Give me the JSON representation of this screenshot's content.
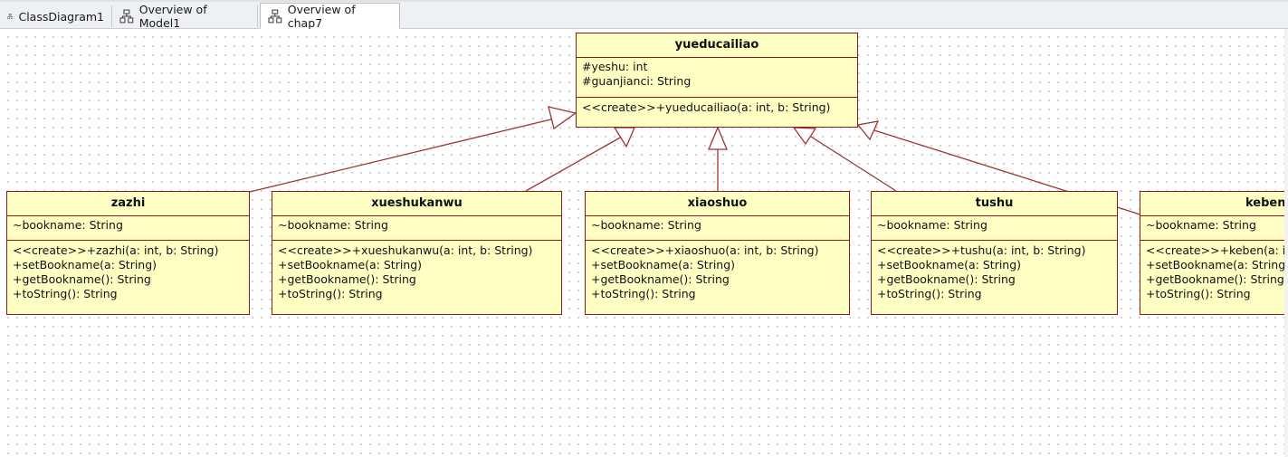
{
  "tabs": [
    {
      "label": "ClassDiagram1",
      "active": false
    },
    {
      "label": "Overview of Model1",
      "active": false
    },
    {
      "label": "Overview of chap7",
      "active": true
    }
  ],
  "colors": {
    "class_fill": "#ffffc4",
    "class_border": "#8b1a1a",
    "connector": "#a03232"
  },
  "diagram": {
    "superclass": {
      "name": "yueducailiao",
      "attributes": [
        "#yeshu: int",
        "#guanjianci: String"
      ],
      "operations": [
        "<<create>>+yueducailiao(a: int, b: String)"
      ]
    },
    "subclasses": [
      {
        "name": "zazhi",
        "attributes": [
          "~bookname: String"
        ],
        "operations": [
          "<<create>>+zazhi(a: int, b: String)",
          "+setBookname(a: String)",
          "+getBookname(): String",
          "+toString(): String"
        ]
      },
      {
        "name": "xueshukanwu",
        "attributes": [
          "~bookname: String"
        ],
        "operations": [
          "<<create>>+xueshukanwu(a: int, b: String)",
          "+setBookname(a: String)",
          "+getBookname(): String",
          "+toString(): String"
        ]
      },
      {
        "name": "xiaoshuo",
        "attributes": [
          "~bookname: String"
        ],
        "operations": [
          "<<create>>+xiaoshuo(a: int, b: String)",
          "+setBookname(a: String)",
          "+getBookname(): String",
          "+toString(): String"
        ]
      },
      {
        "name": "tushu",
        "attributes": [
          "~bookname: String"
        ],
        "operations": [
          "<<create>>+tushu(a: int, b: String)",
          "+setBookname(a: String)",
          "+getBookname(): String",
          "+toString(): String"
        ]
      },
      {
        "name": "keben",
        "attributes": [
          "~bookname: String"
        ],
        "operations": [
          "<<create>>+keben(a: int, b: String)",
          "+setBookname(a: String)",
          "+getBookname(): String",
          "+toString(): String"
        ]
      }
    ]
  }
}
